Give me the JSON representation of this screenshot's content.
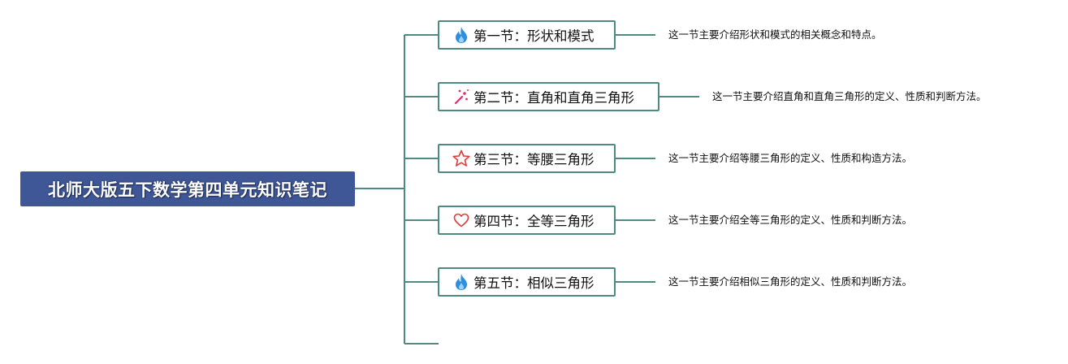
{
  "root": {
    "label": "北师大版五下数学第四单元知识笔记"
  },
  "sections": [
    {
      "title": "第一节：形状和模式",
      "icon": "flame-icon",
      "icon_color": "#2f8fde",
      "description": "这一节主要介绍形状和模式的相关概念和特点。"
    },
    {
      "title": "第二节：直角和直角三角形",
      "icon": "sparkle-icon",
      "icon_color": "#e0306a",
      "description": "这一节主要介绍直角和直角三角形的定义、性质和判断方法。"
    },
    {
      "title": "第三节：等腰三角形",
      "icon": "star-icon",
      "icon_color": "#e23b3b",
      "description": "这一节主要介绍等腰三角形的定义、性质和构造方法。"
    },
    {
      "title": "第四节：全等三角形",
      "icon": "heart-icon",
      "icon_color": "#e23b3b",
      "description": "这一节主要介绍全等三角形的定义、性质和判断方法。"
    },
    {
      "title": "第五节：相似三角形",
      "icon": "flame-icon",
      "icon_color": "#2f8fde",
      "description": "这一节主要介绍相似三角形的定义、性质和判断方法。"
    }
  ],
  "colors": {
    "root_fill": "#3f5797",
    "connector": "#4f8a82"
  }
}
